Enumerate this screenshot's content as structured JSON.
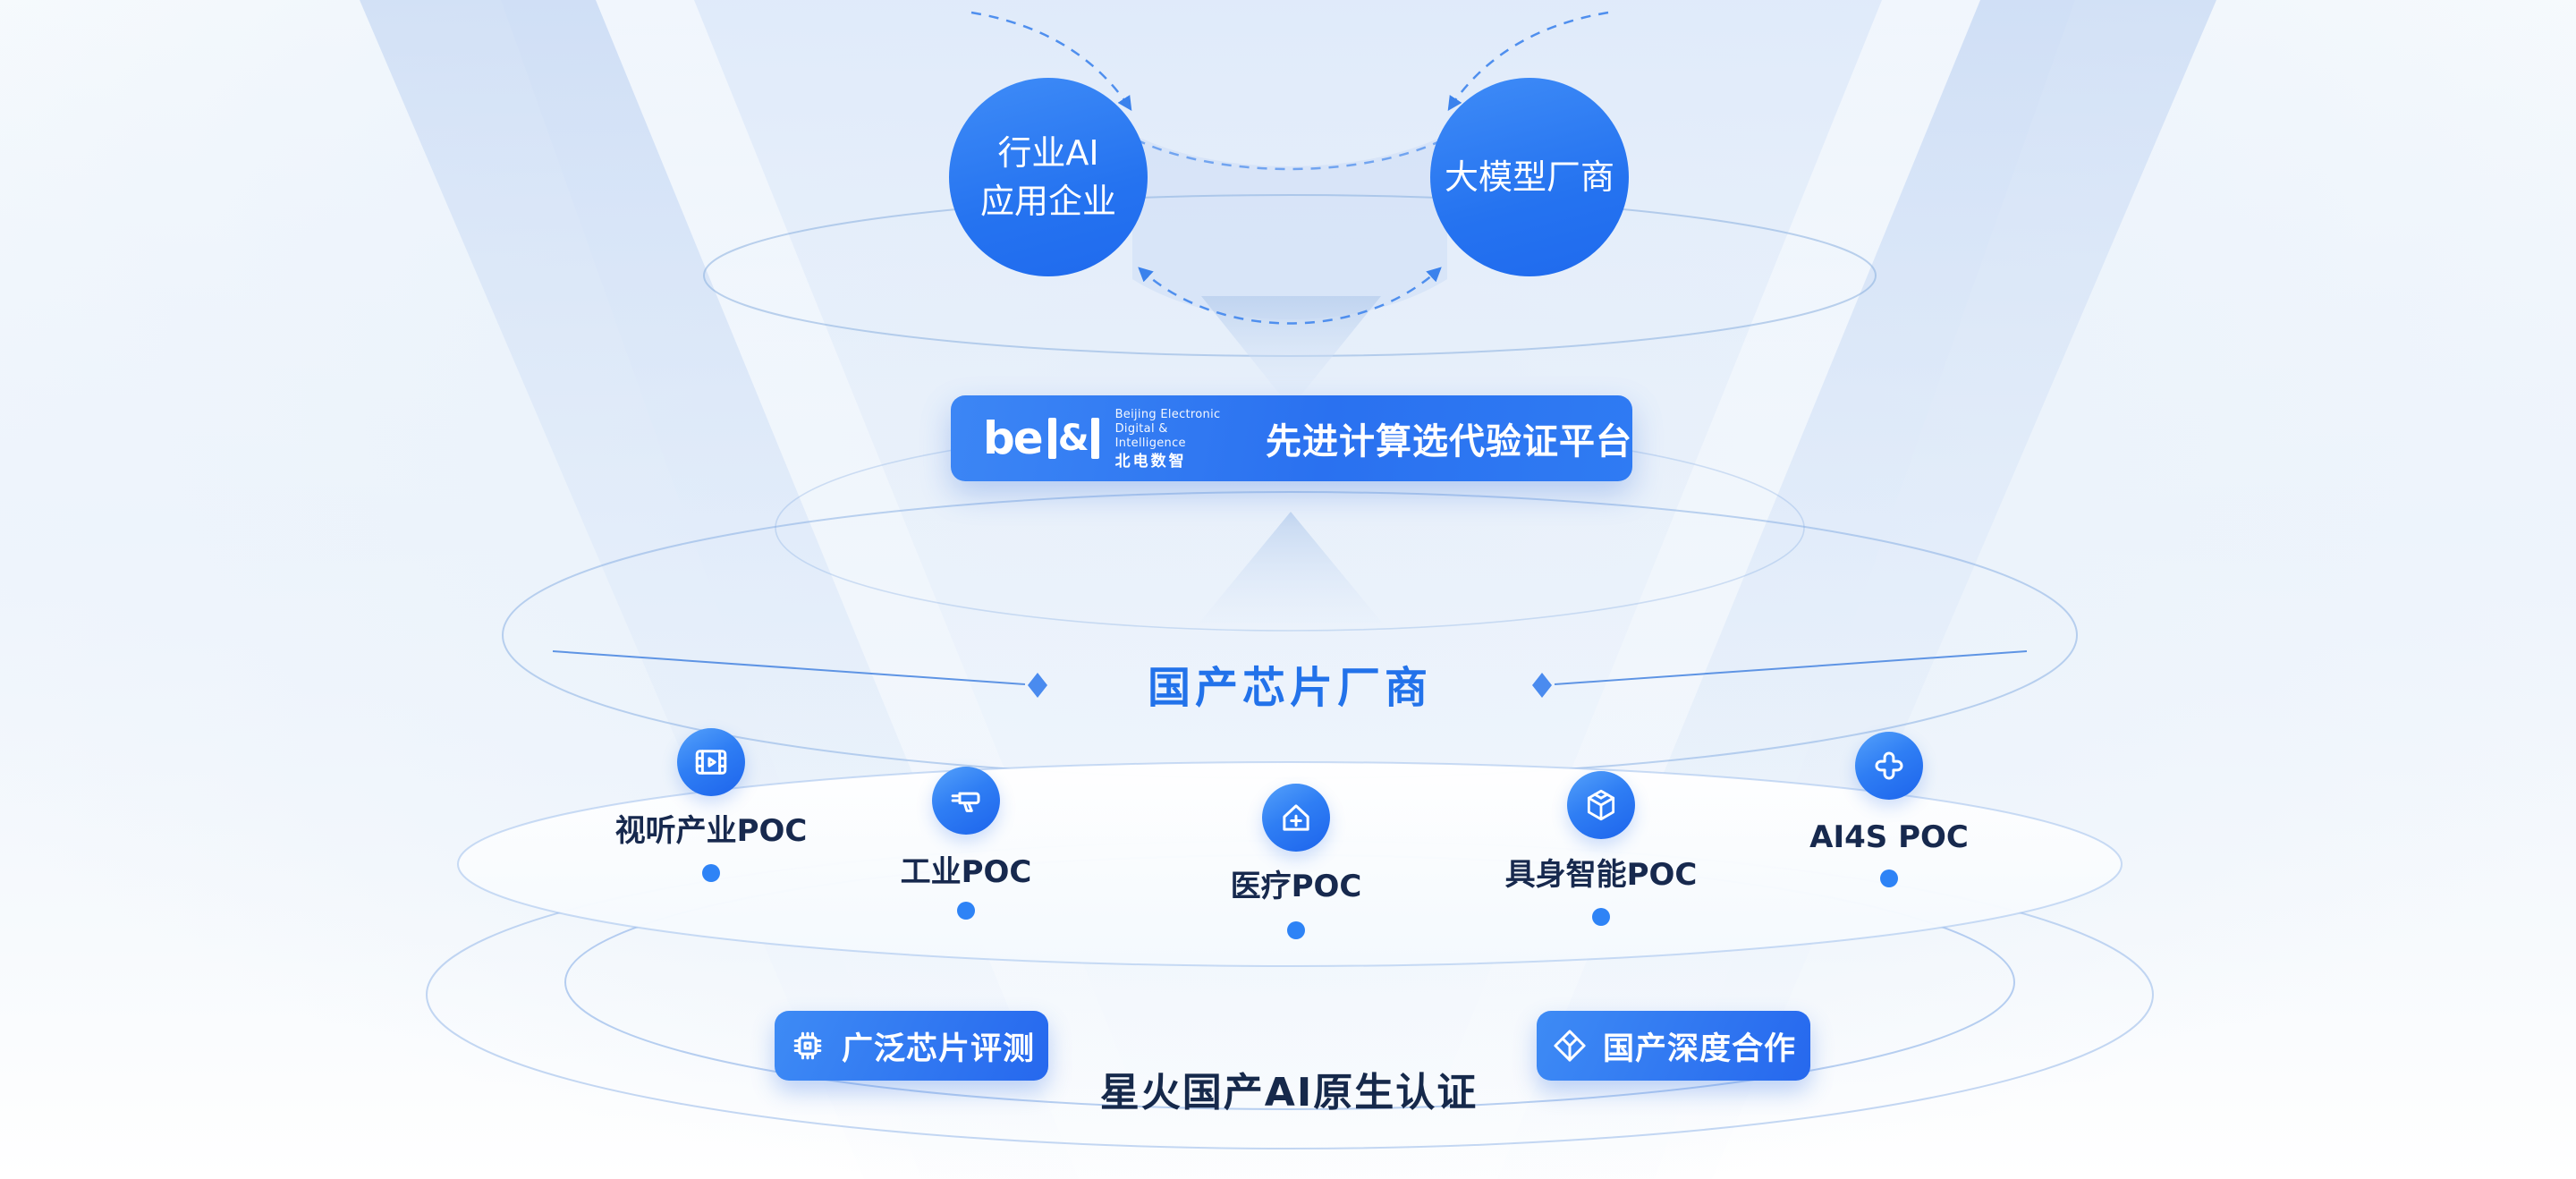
{
  "top_section": {
    "industry_ai_circle": {
      "line1": "行业AI",
      "line2": "应用企业"
    },
    "model_vendor_circle": {
      "label": "大模型厂商"
    }
  },
  "platform_banner": {
    "logo": {
      "wordmark": "be",
      "ampersand": "&",
      "org_en_line1": "Beijing Electronic",
      "org_en_line2": "Digital & Intelligence",
      "org_cn": "北电数智"
    },
    "title": "先进计算选代验证平台"
  },
  "chip_section": {
    "label": "国产芯片厂商"
  },
  "poc_section": {
    "items": [
      {
        "label": "视听产业POC",
        "icon": "film-icon"
      },
      {
        "label": "工业POC",
        "icon": "drill-icon"
      },
      {
        "label": "医疗POC",
        "icon": "hospital-icon"
      },
      {
        "label": "具身智能POC",
        "icon": "cube-icon"
      },
      {
        "label": "AI4S POC",
        "icon": "cross-knot-icon"
      }
    ]
  },
  "certification_section": {
    "chip_eval_button": "广泛芯片评测",
    "domestic_coop_button": "国产深度合作",
    "center_label": "星火国产AI原生认证"
  },
  "colors": {
    "primary_blue": "#2B7BF3",
    "deep_blue": "#1D64EC",
    "navy_text": "#17294E",
    "chip_label_blue": "#2272EA",
    "dot_blue": "#2E83F6"
  }
}
